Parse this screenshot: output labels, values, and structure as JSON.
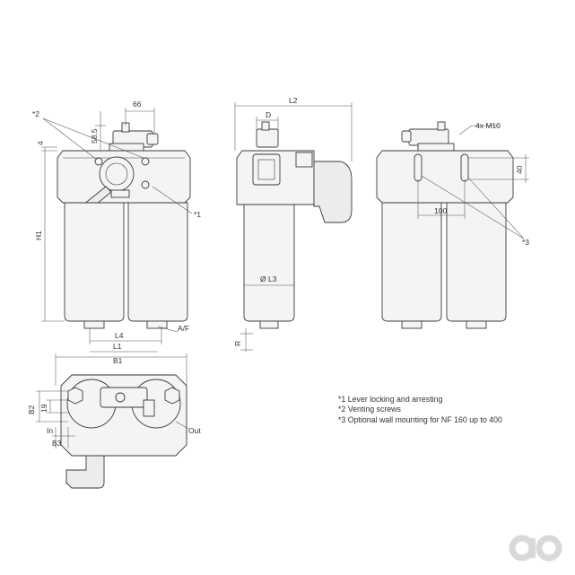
{
  "labels": {
    "n2": "*2",
    "d66": "66",
    "d58": "58.5",
    "d4": "4",
    "h1": "H1",
    "n1": "*1",
    "af": "A/F",
    "l4": "L4",
    "l1": "L1",
    "b1": "B1",
    "l2": "L2",
    "d": "D",
    "ol3": "Ø L3",
    "r": "R",
    "m10": "4x M10",
    "d40": "40",
    "d100": "100",
    "n3": "*3",
    "b2": "B2",
    "d19": "19",
    "in": "In",
    "out": "Out",
    "b3": "B3"
  },
  "notes": [
    "*1 Lever locking and arresting",
    "*2 Venting screws",
    "*3 Optional wall mounting for NF 160 up to 400"
  ],
  "logo": "ao"
}
